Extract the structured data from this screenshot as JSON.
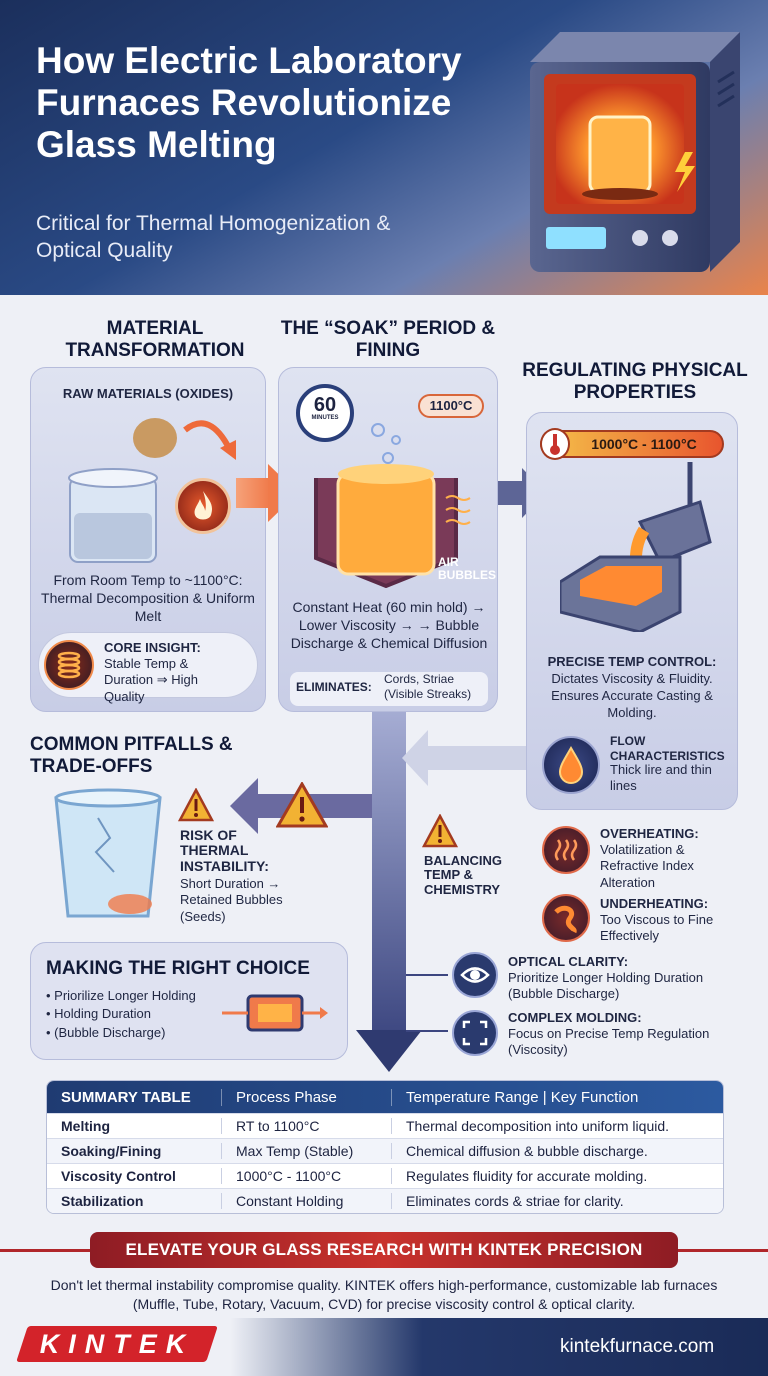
{
  "header": {
    "title": "How Electric Laboratory Furnaces Revolutionize Glass Melting",
    "subtitle": "Critical for Thermal Homogenization & Optical Quality"
  },
  "material": {
    "heading": "MATERIAL TRANSFORMATION",
    "label": "RAW MATERIALS (OXIDES)",
    "description": "From Room Temp to ~1100°C: Thermal Decomposition & Uniform Melt",
    "insight_title": "CORE INSIGHT:",
    "insight_text": "Stable Temp & Duration ⇒ High Quality"
  },
  "soak": {
    "heading": "THE “SOAK” PERIOD & FINING",
    "timer_value": "60",
    "timer_unit": "MINUTES",
    "temp_badge": "1100°C",
    "bubbles_label": "AIR BUBBLES",
    "description": "Constant Heat (60 min hold) → Lower Viscosity → → Bubble Discharge & Chemical Diffusion",
    "eliminates_label": "ELIMINATES:",
    "eliminates_text": "Cords, Striae (Visible Streaks)"
  },
  "regulating": {
    "heading": "REGULATING PHYSICAL PROPERTIES",
    "temp_range": "1000°C - 1100°C",
    "control_title": "PRECISE TEMP CONTROL:",
    "control_text": "Dictates Viscosity & Fluidity. Ensures Accurate Casting & Molding.",
    "flow_title": "FLOW CHARACTERISTICS",
    "flow_text": "Thick lire and thin lines"
  },
  "pitfalls": {
    "heading": "COMMON PITFALLS & TRADE-OFFS",
    "risk_title": "RISK OF THERMAL INSTABILITY:",
    "risk_text": "Short Duration → Retained Bubbles (Seeds)",
    "balance_title": "BALANCING TEMP & CHEMISTRY",
    "over_title": "OVERHEATING:",
    "over_text": "Volatilization & Refractive Index Alteration",
    "under_title": "UNDERHEATING:",
    "under_text": "Too Viscous to Fine Effectively"
  },
  "choice": {
    "heading": "MAKING THE RIGHT CHOICE",
    "items": [
      "Priorilize Longer Holding",
      "Holding Duration",
      "(Bubble Discharge)"
    ],
    "optical_title": "OPTICAL CLARITY:",
    "optical_text": "Prioritize Longer Holding Duration (Bubble Discharge)",
    "molding_title": "COMPLEX MOLDING:",
    "molding_text": "Focus on Precise Temp Regulation (Viscosity)"
  },
  "table": {
    "headers": [
      "SUMMARY TABLE",
      "Process Phase",
      "Temperature Range | Key Function"
    ],
    "rows": [
      [
        "Melting",
        "RT to 1100°C",
        "Thermal decomposition into uniform liquid."
      ],
      [
        "Soaking/Fining",
        "Max Temp (Stable)",
        "Chemical diffusion & bubble discharge."
      ],
      [
        "Viscosity Control",
        "1000°C - 1100°C",
        "Regulates fluidity for accurate molding."
      ],
      [
        "Stabilization",
        "Constant Holding",
        "Eliminates cords & striae for clarity."
      ]
    ]
  },
  "cta": {
    "banner": "ELEVATE YOUR GLASS RESEARCH WITH KINTEK PRECISION",
    "text": "Don't let thermal instability compromise quality. KINTEK offers high-performance, customizable lab furnaces (Muffle, Tube, Rotary, Vacuum, CVD) for precise viscosity control & optical clarity."
  },
  "footer": {
    "logo": "KINTEK",
    "website": "kintekfurnace.com"
  },
  "colors": {
    "navy": "#1b2f5c",
    "accent_orange": "#f07a4a",
    "warning_yellow": "#f2b233",
    "brand_red": "#d3232a"
  }
}
